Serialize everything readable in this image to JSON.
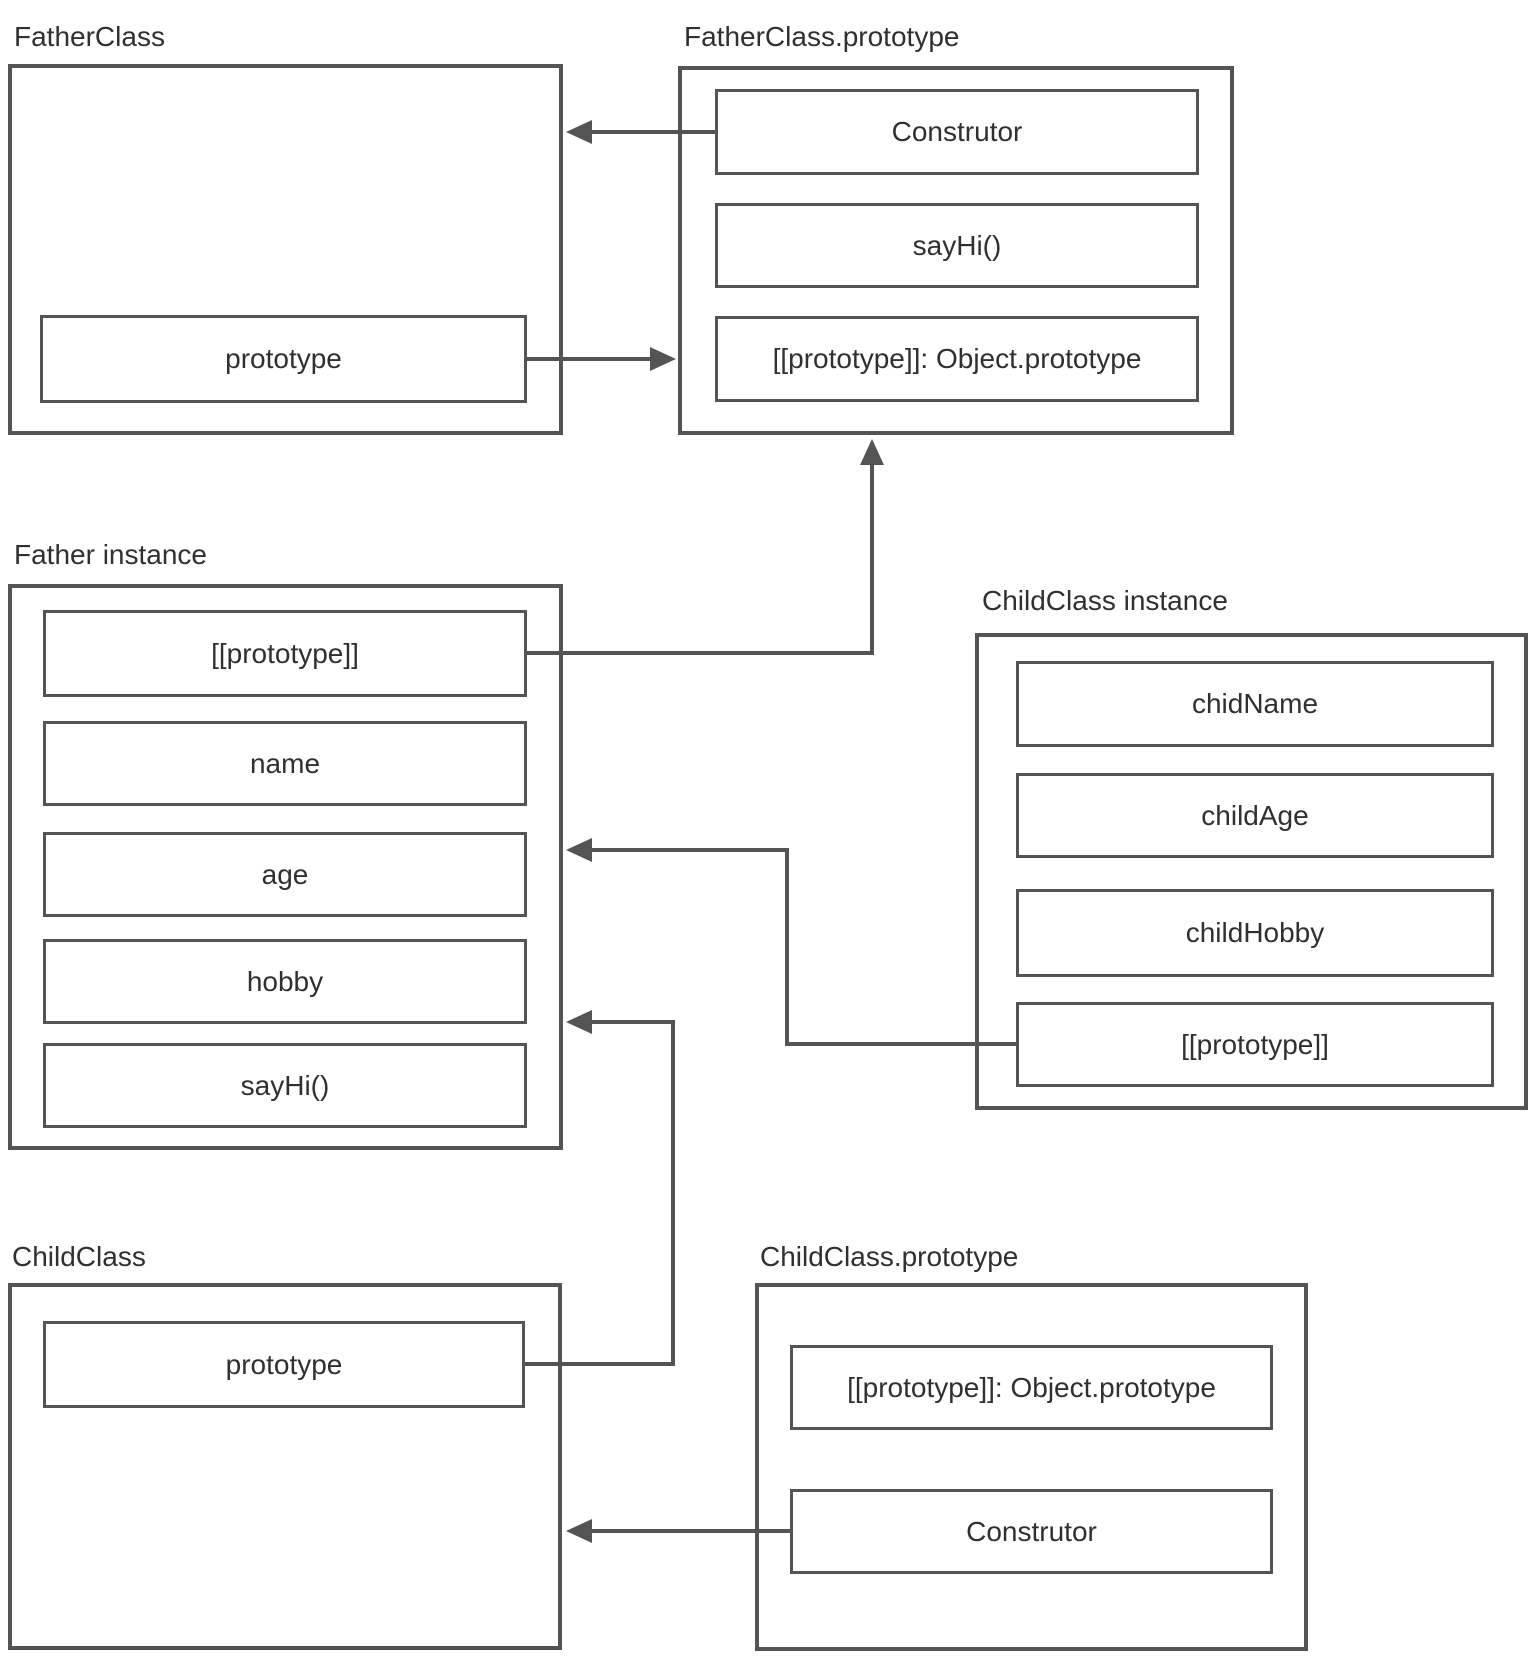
{
  "theme": {
    "background": "#ffffff",
    "line_color": "#545454",
    "text_color": "#303030"
  },
  "diagram": {
    "father_class": {
      "label": "FatherClass",
      "prototype": "prototype"
    },
    "father_class_prototype": {
      "label": "FatherClass.prototype",
      "construtor": "Construtor",
      "say_hi": "sayHi()",
      "proto": "[[prototype]]: Object.prototype"
    },
    "father_instance": {
      "label": "Father instance",
      "proto": "[[prototype]]",
      "name": "name",
      "age": "age",
      "hobby": "hobby",
      "say_hi": "sayHi()"
    },
    "child_class_instance": {
      "label": "ChildClass instance",
      "chid_name": "chidName",
      "child_age": "childAge",
      "child_hobby": "childHobby",
      "proto": "[[prototype]]"
    },
    "child_class": {
      "label": "ChildClass",
      "prototype": "prototype"
    },
    "child_class_prototype": {
      "label": "ChildClass.prototype",
      "proto": "[[prototype]]: Object.prototype",
      "construtor": "Construtor"
    }
  },
  "connections": [
    {
      "id": "construtor-to-fatherclass",
      "from": "FatherClass.prototype :: Construtor",
      "to": "FatherClass"
    },
    {
      "id": "prototype-to-fatherclass-prototype",
      "from": "FatherClass :: prototype",
      "to": "FatherClass.prototype :: [[prototype]] row"
    },
    {
      "id": "father-instance-proto-to-fatherclass-prototype",
      "from": "Father instance :: [[prototype]]",
      "to": "FatherClass.prototype (bottom edge)"
    },
    {
      "id": "child-instance-proto-to-father-instance",
      "from": "ChildClass instance :: [[prototype]]",
      "to": "Father instance (right edge, age row)"
    },
    {
      "id": "childclass-prototype-to-father-instance",
      "from": "ChildClass :: prototype",
      "to": "Father instance (right edge, below hobby row)"
    },
    {
      "id": "childclass-proto-construtor-to-childclass",
      "from": "ChildClass.prototype :: Construtor",
      "to": "ChildClass"
    }
  ]
}
